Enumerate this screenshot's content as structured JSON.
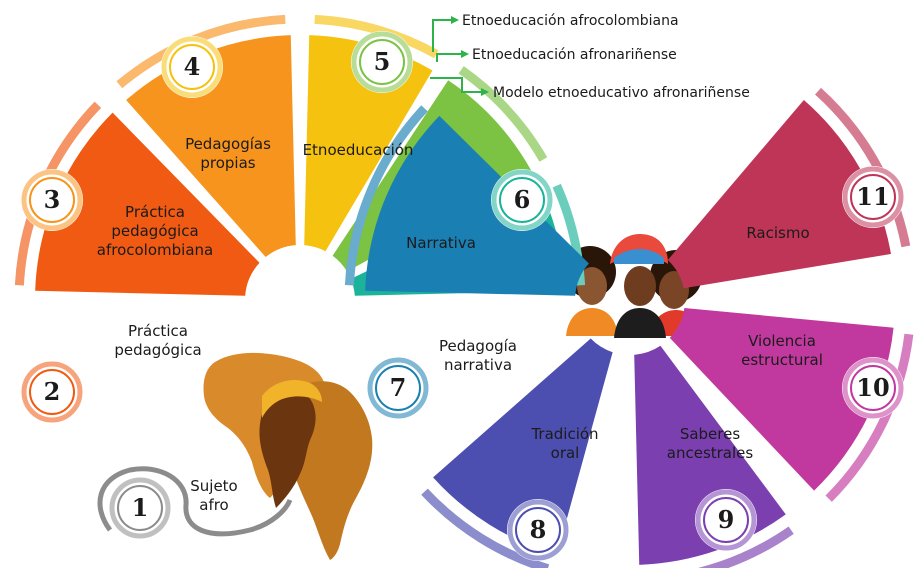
{
  "segments": [
    {
      "number": "1",
      "lines": [
        "Sujeto",
        "afro"
      ],
      "color": "#8c8c8c"
    },
    {
      "number": "2",
      "lines": [
        "Práctica",
        "pedagógica"
      ],
      "color": "#f05a12"
    },
    {
      "number": "3",
      "lines": [
        "Práctica",
        "pedagógica",
        "afrocolombiana"
      ],
      "color": "#f7941d"
    },
    {
      "number": "4",
      "lines": [
        "Pedagogías",
        "propias"
      ],
      "color": "#f5c20f"
    },
    {
      "number": "5",
      "lines": [
        "Etnoeducación"
      ],
      "color": "#7cc243"
    },
    {
      "number": "6",
      "lines": [
        "Narrativa"
      ],
      "color": "#1bb39a"
    },
    {
      "number": "7",
      "lines": [
        "Pedagogía",
        "narrativa"
      ],
      "color": "#1a7fb3"
    },
    {
      "number": "8",
      "lines": [
        "Tradición",
        "oral"
      ],
      "color": "#4d4fb0"
    },
    {
      "number": "9",
      "lines": [
        "Saberes",
        "ancestrales"
      ],
      "color": "#7b3fb0"
    },
    {
      "number": "10",
      "lines": [
        "Violencia",
        "estructural"
      ],
      "color": "#c1399e"
    },
    {
      "number": "11",
      "lines": [
        "Racismo"
      ],
      "color": "#bf3558"
    }
  ],
  "branches": [
    "Etnoeducación afrocolombiana",
    "Etnoeducación afronariñense",
    "Modelo etnoeducativo afronariñense"
  ],
  "colors": {
    "arrow": "#2db34a",
    "map_dark": "#7a3f14",
    "map_mid": "#b5651d",
    "map_light": "#f2a33a",
    "africa": "#e8a040"
  }
}
